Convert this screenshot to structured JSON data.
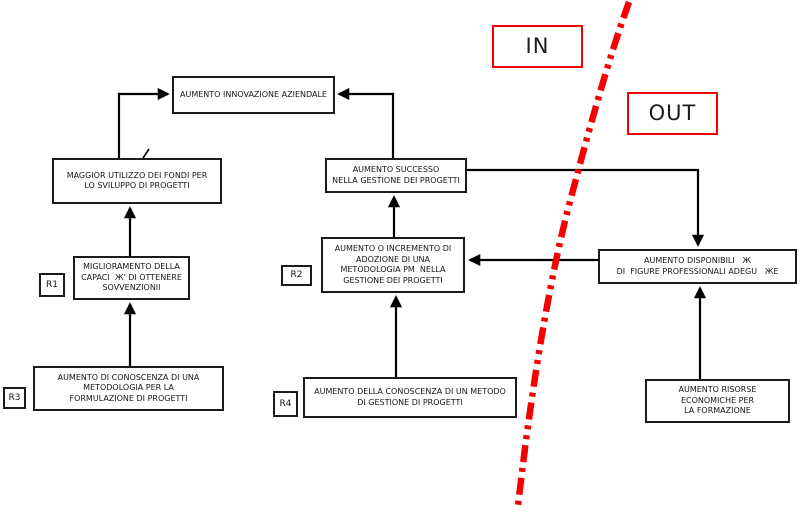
{
  "diagram": {
    "nodes": {
      "innovazione": {
        "lines": [
          "AUMENTO INNOVAZIONE AZIENDALE"
        ]
      },
      "maggior_utilizzo": {
        "lines": [
          "MAGGIOR UTILIZZO DEI FONDI PER",
          "LO SVILUPPO DI PROGETTI"
        ]
      },
      "miglioramento": {
        "lines": [
          "MIGLIORAMENTO DELLA",
          "CAPACI  Ж' DI OTTENERE",
          "SOVVENZIONII"
        ]
      },
      "conoscenza_metodologia": {
        "lines": [
          "AUMENTO DI CONOSCENZA DI UNA",
          "METODOLOGIA PER LA",
          "FORMULAZIONE DI PROGETTI"
        ]
      },
      "successo": {
        "lines": [
          "AUMENTO SUCCESSO",
          "NELLA GESTIONE DEI PROGETTI"
        ]
      },
      "incremento_adozione": {
        "lines": [
          "AUMENTO O INCREMENTO DI",
          "ADOZIONE DI UNA",
          "METODOLOGIA PM  NELLA",
          "GESTIONE DEI PROGETTI"
        ]
      },
      "conoscenza_metodo": {
        "lines": [
          "AUMENTO DELLA CONOSCENZA DI UN METODO",
          "DI GESTIONE DI PROGETTI"
        ]
      },
      "disponibilita_figure": {
        "lines": [
          "AUMENTO DISPONIBILI   Ж",
          "DI  FIGURE PROFESSIONALI ADEGU   ЖE"
        ]
      },
      "risorse_economiche": {
        "lines": [
          "AUMENTO RISORSE",
          "ECONOMICHE PER",
          "LA FORMAZIONE"
        ]
      }
    },
    "ref_labels": {
      "r1": "R1",
      "r2": "R2",
      "r3": "R3",
      "r4": "R4"
    },
    "zones": {
      "in": "IN",
      "out": "OUT"
    },
    "colors": {
      "divider_red": "#f40000",
      "zone_border_red": "#f40000",
      "arrow_black": "#000000",
      "box_border": "#1c1c1c",
      "background": "#ffffff"
    }
  }
}
